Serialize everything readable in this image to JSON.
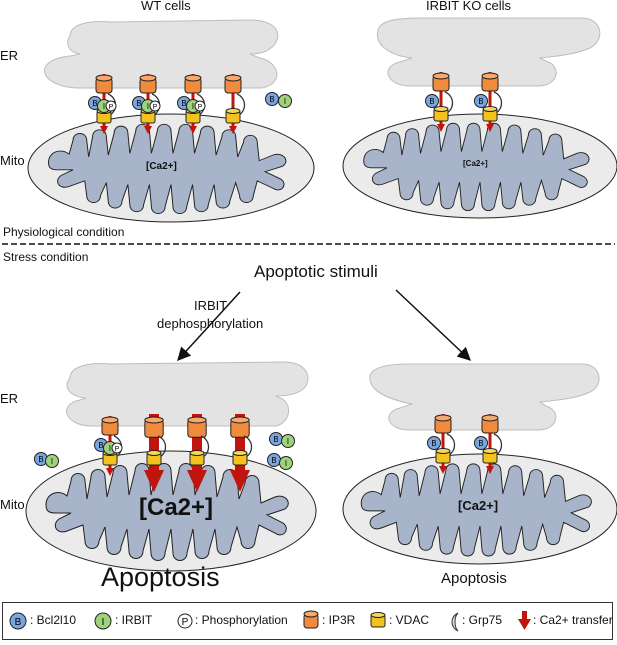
{
  "panels": {
    "wt_title": "WT cells",
    "ko_title": "IRBIT KO cells",
    "er_label": "ER",
    "mito_label": "Mito",
    "physiological": "Physiological condition",
    "stress": "Stress condition",
    "apoptotic_stimuli": "Apoptotic stimuli",
    "irbit_dephos_line1": "IRBIT",
    "irbit_dephos_line2": "dephosphorylation",
    "ca_label": "[Ca2+]",
    "apoptosis": "Apoptosis"
  },
  "markers": {
    "bcl_letter": "B",
    "irbit_letter": "I",
    "phospho_letter": "P"
  },
  "legend": {
    "bcl2l10": ": Bcl2l10",
    "irbit": ": IRBIT",
    "phosphorylation": ": Phosphorylation",
    "ip3r": ": IP3R",
    "vdac": ": VDAC",
    "grp75": ": Grp75",
    "ca_transfer": ": Ca2+ transfer"
  },
  "colors": {
    "er_fill": "#e3e3e3",
    "mito_fill": "#ebebeb",
    "cristae_fill": "#a7b4c9",
    "ip3r": "#f08a3c",
    "vdac": "#f3c21f",
    "bcl": "#7aa6dd",
    "irbit": "#9fd27c",
    "ca_arrow": "#c0150e"
  }
}
